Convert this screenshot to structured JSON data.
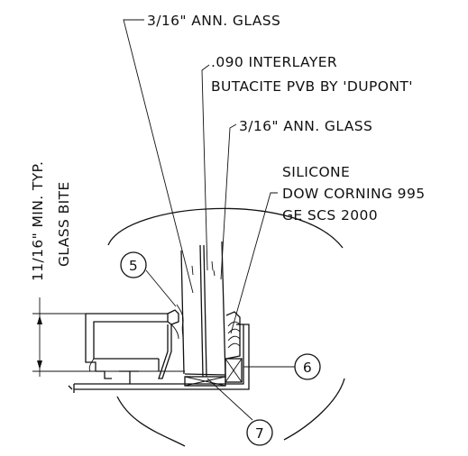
{
  "labels": {
    "glass_outer": "3/16\" ANN. GLASS",
    "interlayer_line1": ".090 INTERLAYER",
    "interlayer_line2": "BUTACITE PVB BY 'DUPONT'",
    "glass_inner": "3/16\" ANN. GLASS",
    "silicone_line1": "SILICONE",
    "silicone_line2": "DOW CORNING 995",
    "silicone_line3": "GE SCS 2000",
    "dimension": "11/16\" MIN. TYP.",
    "glass_bite": "GLASS BITE"
  },
  "callouts": {
    "c5": "5",
    "c6": "6",
    "c7": "7"
  }
}
